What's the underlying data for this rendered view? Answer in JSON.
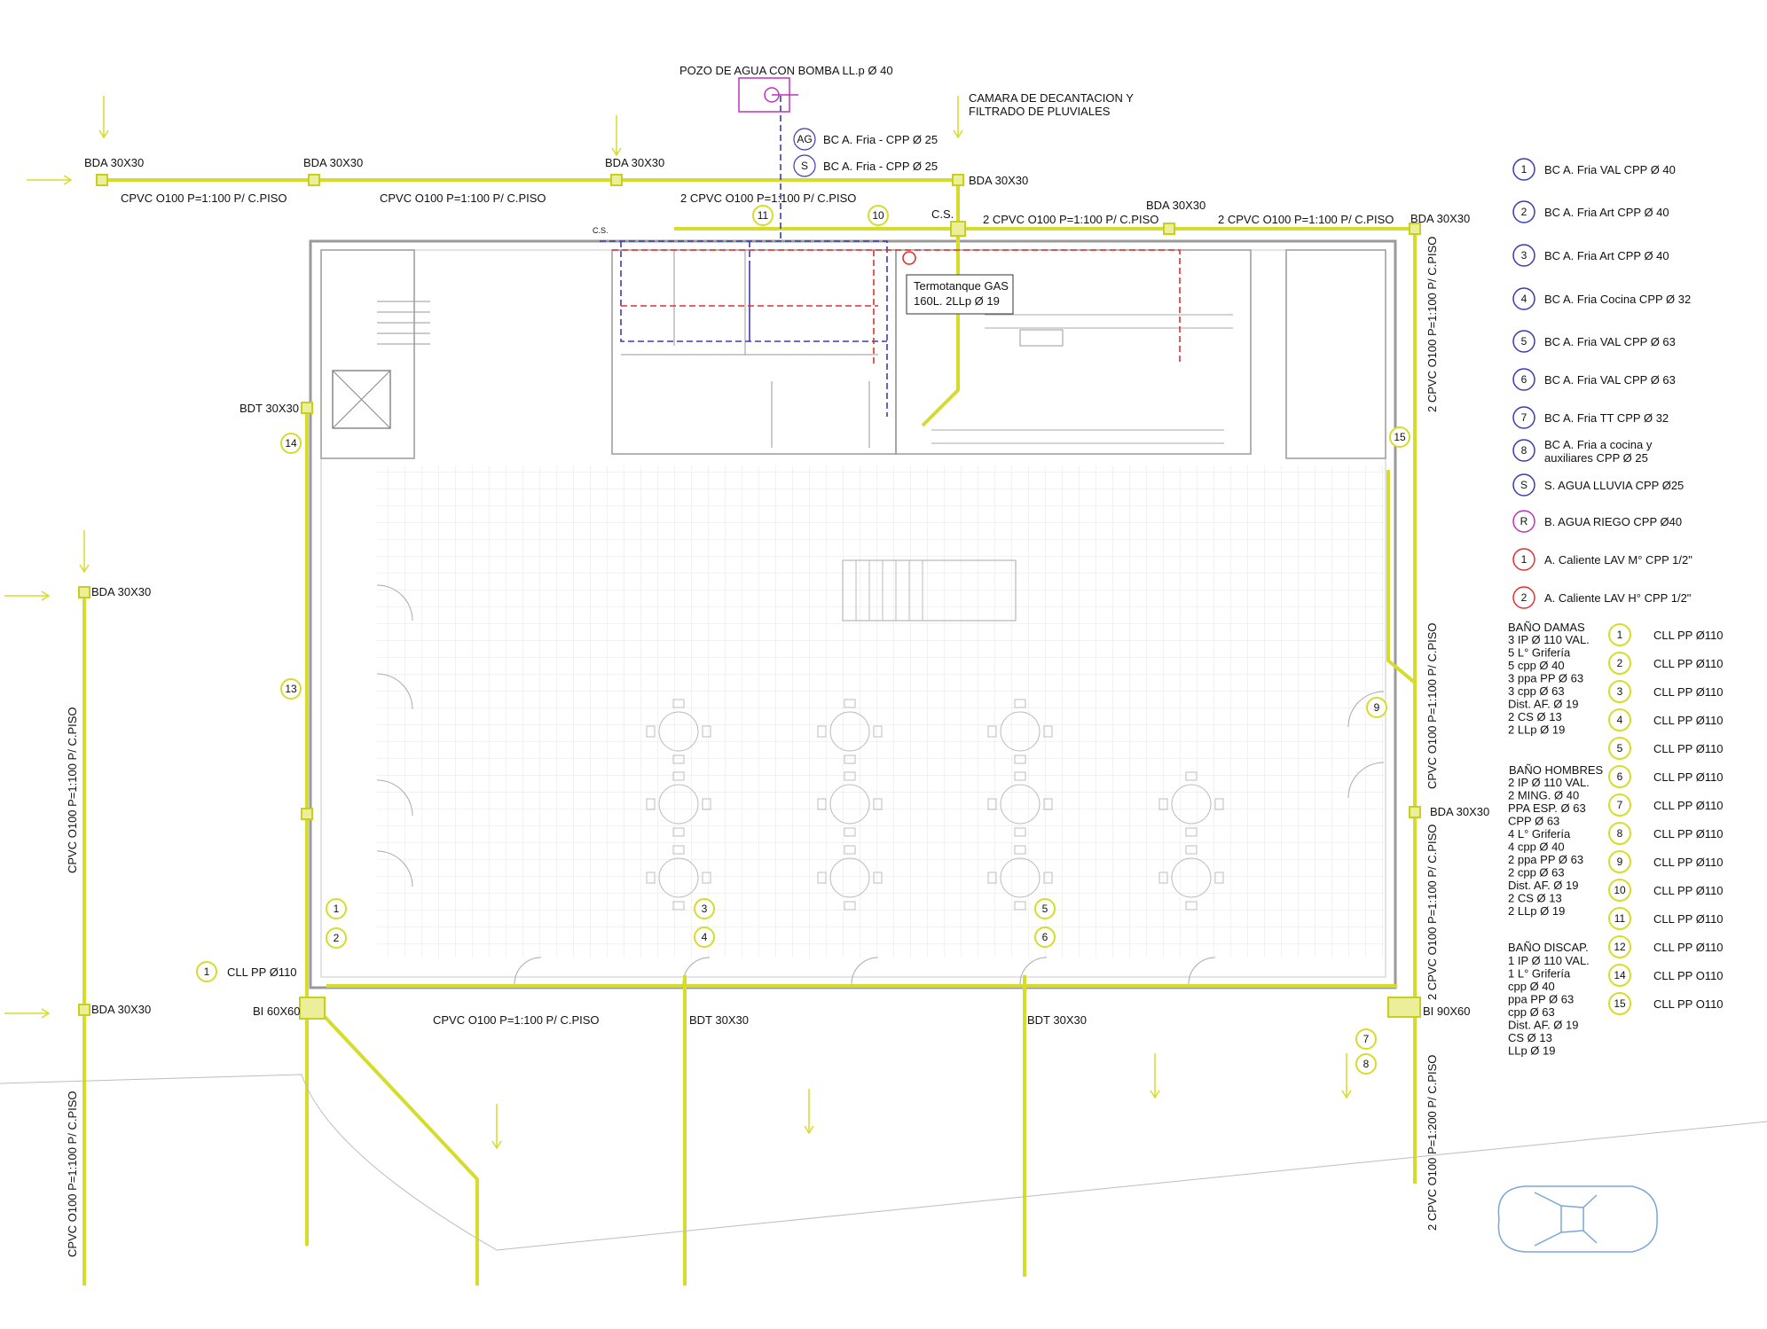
{
  "colors": {
    "drain_yellow": "#d6dc2a",
    "yellow_stroke": "#c9cf1e",
    "cold_blue": "#3b3bb0",
    "hot_red": "#e03030",
    "irrigation_magenta": "#c030c0",
    "wall_gray": "#9a9a9a",
    "grid_gray": "#dcdcdc",
    "car_blue": "#7aa7d8"
  },
  "top": {
    "pozo": "POZO DE AGUA CON BOMBA LL.p Ø 40",
    "camara_1": "CAMARA DE DECANTACION Y",
    "camara_2": "FILTRADO DE PLUVIALES",
    "ag_code": "AG",
    "ag_text": "BC A. Fria - CPP Ø 25",
    "s_code": "S",
    "s_text": "BC A. Fria - CPP Ø 25"
  },
  "labels": {
    "bda": "BDA 30X30",
    "cpvc_100": "CPVC O100 P=1:100 P/ C.PISO",
    "cpvc_2_100": "2 CPVC O100 P=1:100 P/ C.PISO",
    "cpvc_2_200": "2 CPVC O100 P=1:200 P/ C.PISO",
    "cs": "C.S.",
    "cs_small": "C.S.",
    "bdt": "BDT 30X30",
    "bi_60": "BI 60X60",
    "bi_90": "BI 90X60",
    "cll_1": "CLL PP Ø110",
    "termotanque_1": "Termotanque GAS",
    "termotanque_2": "160L. 2LLp Ø 19"
  },
  "markers": [
    "1",
    "2",
    "3",
    "4",
    "5",
    "6",
    "7",
    "8",
    "9",
    "10",
    "11",
    "13",
    "14",
    "15",
    "1"
  ],
  "legend": [
    {
      "code": "1",
      "text": "BC A. Fria VAL CPP Ø 40",
      "color": "#3b3bb0"
    },
    {
      "code": "2",
      "text": "BC A. Fria Art CPP Ø 40",
      "color": "#3b3bb0"
    },
    {
      "code": "3",
      "text": "BC A. Fria Art CPP Ø 40",
      "color": "#3b3bb0"
    },
    {
      "code": "4",
      "text": "BC A. Fria Cocina CPP Ø 32",
      "color": "#3b3bb0"
    },
    {
      "code": "5",
      "text": "BC A. Fria VAL CPP Ø 63",
      "color": "#3b3bb0"
    },
    {
      "code": "6",
      "text": "BC A. Fria VAL CPP Ø 63",
      "color": "#3b3bb0"
    },
    {
      "code": "7",
      "text": "BC A. Fria TT CPP Ø 32",
      "color": "#3b3bb0"
    },
    {
      "code": "8",
      "text": "BC A. Fria a cocina y",
      "text2": "auxiliares CPP Ø 25",
      "color": "#3b3bb0"
    },
    {
      "code": "S",
      "text": "S. AGUA LLUVIA CPP Ø25",
      "color": "#3b3bb0"
    },
    {
      "code": "R",
      "text": "B. AGUA RIEGO CPP Ø40",
      "color": "#c030c0"
    },
    {
      "code": "1",
      "text": "A. Caliente LAV M° CPP 1/2\"",
      "color": "#e03030"
    },
    {
      "code": "2",
      "text": "A. Caliente LAV H° CPP 1/2\"",
      "color": "#e03030"
    }
  ],
  "fixtures": {
    "damas_title": "BAÑO DAMAS",
    "damas": [
      "3 IP Ø 110 VAL.",
      "5 L° Grifería",
      "5 cpp Ø 40",
      "3 ppa PP Ø 63",
      "3 cpp Ø 63",
      "Dist. AF. Ø 19",
      "2 CS Ø 13",
      "2 LLp Ø 19"
    ],
    "hombres_title": "BAÑO HOMBRES",
    "hombres": [
      "2 IP Ø 110 VAL.",
      "2 MING. Ø 40",
      "PPA ESP. Ø 63",
      "CPP Ø 63",
      "4 L° Grifería",
      "4 cpp Ø 40",
      "2 ppa PP Ø 63",
      "2 cpp Ø 63",
      "Dist. AF. Ø 19",
      "2 CS Ø 13",
      "2 LLp Ø 19"
    ],
    "discap_title": "BAÑO DISCAP.",
    "discap": [
      "1 IP Ø 110 VAL.",
      "1 L° Grifería",
      "cpp Ø 40",
      "ppa PP Ø 63",
      "cpp Ø 63",
      "Dist. AF. Ø 19",
      "CS Ø 13",
      "LLp Ø 19"
    ]
  },
  "cll_table": [
    {
      "n": "1",
      "t": "CLL PP Ø110"
    },
    {
      "n": "2",
      "t": "CLL PP Ø110"
    },
    {
      "n": "3",
      "t": "CLL PP Ø110"
    },
    {
      "n": "4",
      "t": "CLL PP Ø110"
    },
    {
      "n": "5",
      "t": "CLL PP Ø110"
    },
    {
      "n": "6",
      "t": "CLL PP Ø110"
    },
    {
      "n": "7",
      "t": "CLL PP Ø110"
    },
    {
      "n": "8",
      "t": "CLL PP Ø110"
    },
    {
      "n": "9",
      "t": "CLL PP Ø110"
    },
    {
      "n": "10",
      "t": "CLL PP Ø110"
    },
    {
      "n": "11",
      "t": "CLL PP Ø110"
    },
    {
      "n": "12",
      "t": "CLL PP Ø110"
    },
    {
      "n": "14",
      "t": "CLL PP O110"
    },
    {
      "n": "15",
      "t": "CLL PP O110"
    }
  ]
}
